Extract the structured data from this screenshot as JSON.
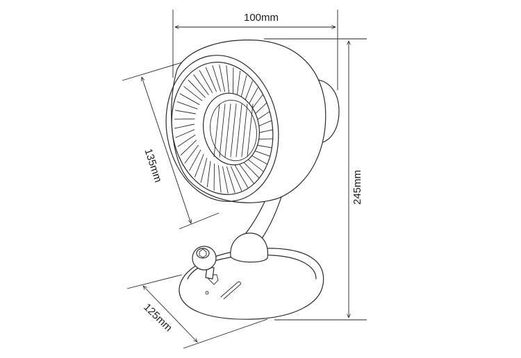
{
  "dimensions": {
    "width_label": "100mm",
    "face_label": "135mm",
    "height_label": "245mm",
    "depth_label": "125mm"
  },
  "colors": {
    "line": "#2a2a2a",
    "background": "#ffffff"
  }
}
